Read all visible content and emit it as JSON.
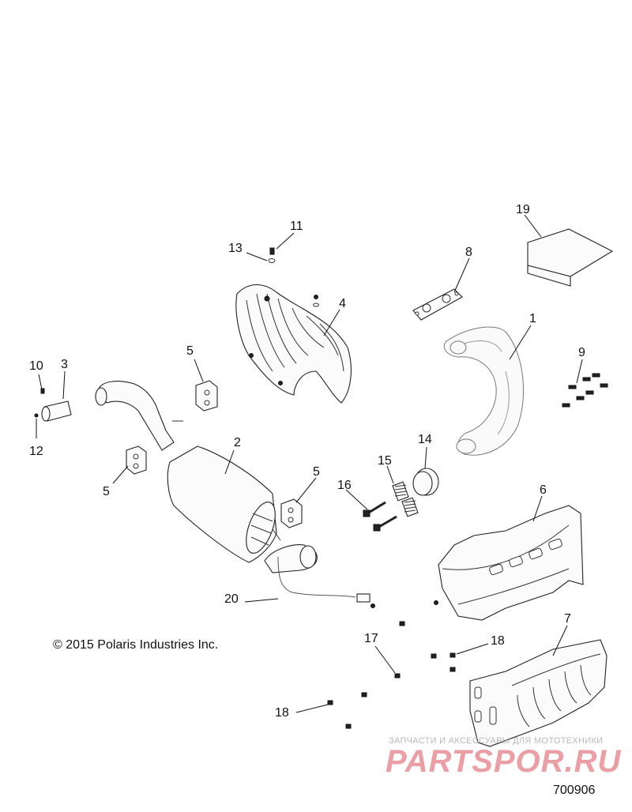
{
  "callouts": {
    "c1": "1",
    "c2": "2",
    "c3": "3",
    "c4": "4",
    "c5a": "5",
    "c5b": "5",
    "c5c": "5",
    "c6": "6",
    "c7": "7",
    "c8": "8",
    "c9": "9",
    "c10": "10",
    "c11": "11",
    "c12": "12",
    "c13": "13",
    "c14": "14",
    "c15": "15",
    "c16": "16",
    "c17": "17",
    "c18a": "18",
    "c18b": "18",
    "c19": "19",
    "c20": "20"
  },
  "copyright": "© 2015 Polaris Industries Inc.",
  "diagram_number": "700906",
  "watermark": {
    "caption": "ЗАПЧАСТИ И АКСЕССУАРЫ ДЛЯ МОТОТЕХНИКИ",
    "logo": "PARTSPOR.RU",
    "logo_color": "#e88f96"
  }
}
